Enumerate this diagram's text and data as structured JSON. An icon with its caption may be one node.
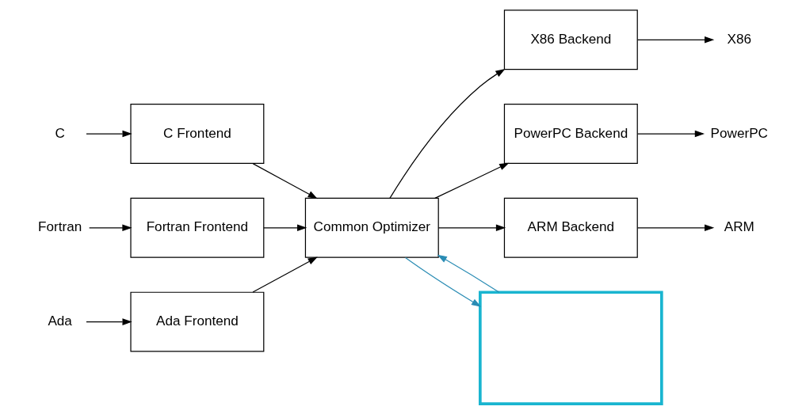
{
  "diagram": {
    "nodes": [
      {
        "text": [
          "C"
        ]
      },
      {
        "text": [
          "C Frontend"
        ]
      },
      {
        "text": [
          "Fortran"
        ]
      },
      {
        "text": [
          "Fortran Frontend"
        ]
      },
      {
        "text": [
          "Ada"
        ]
      },
      {
        "text": [
          "Ada Frontend"
        ]
      },
      {
        "text": [
          "Common Optimizer"
        ]
      },
      {
        "text": [
          "X86 Backend"
        ]
      },
      {
        "text": [
          "X86"
        ]
      },
      {
        "text": [
          "PowerPC Backend"
        ]
      },
      {
        "text": [
          "PowerPC"
        ]
      },
      {
        "text": [
          "ARM Backend"
        ]
      },
      {
        "text": [
          "ARM"
        ]
      },
      {
        "text": [],
        "shape": "box"
      }
    ],
    "edges": [
      {
        "from": 0,
        "to": 1,
        "arrow": "to"
      },
      {
        "from": 2,
        "to": 3,
        "arrow": "to"
      },
      {
        "from": 4,
        "to": 5,
        "arrow": "to"
      },
      {
        "from": 1,
        "to": 6,
        "arrow": "to"
      },
      {
        "from": 3,
        "to": 6,
        "arrow": "to"
      },
      {
        "from": 5,
        "to": 6,
        "arrow": "to"
      },
      {
        "from": 6,
        "to": 7,
        "arrow": "to"
      },
      {
        "from": 6,
        "to": 9,
        "arrow": "to"
      },
      {
        "from": 6,
        "to": 11,
        "arrow": "to"
      },
      {
        "from": 7,
        "to": 8,
        "arrow": "to"
      },
      {
        "from": 9,
        "to": 10,
        "arrow": "to"
      },
      {
        "from": 11,
        "to": 12,
        "arrow": "to"
      },
      {
        "from": 6,
        "to": 13,
        "arrow": "to",
        "color": "#2a8cb4"
      },
      {
        "from": 13,
        "to": 6,
        "arrow": "to",
        "color": "#2a8cb4"
      }
    ]
  }
}
